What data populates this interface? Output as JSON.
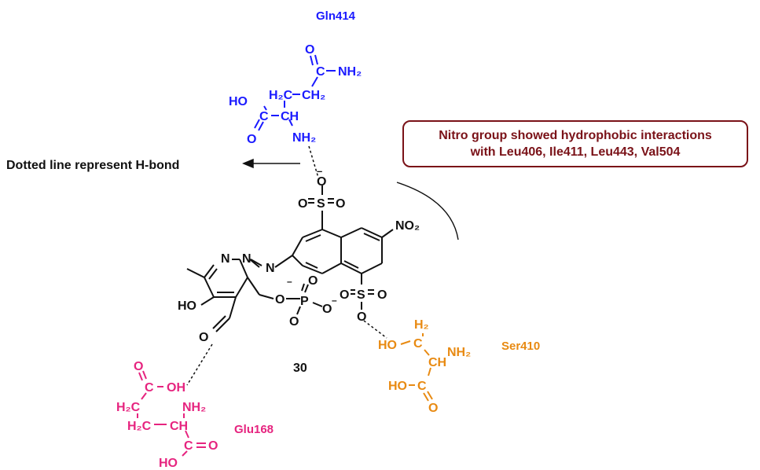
{
  "residues": {
    "gln": {
      "name": "Gln414",
      "color": "#1a1aff"
    },
    "glu": {
      "name": "Glu168",
      "color": "#e6247f"
    },
    "ser": {
      "name": "Ser410",
      "color": "#e88a12"
    }
  },
  "caption": {
    "hbond": "Dotted line represent H-bond"
  },
  "note": {
    "line1": "Nitro group showed hydrophobic interactions",
    "line2": "with Leu406, Ile411, Leu443, Val504",
    "color": "#7a1218"
  },
  "compound": {
    "number": "30"
  },
  "atoms": {
    "O": "O",
    "N": "N",
    "S": "S",
    "P": "P",
    "OH": "OH",
    "HO": "HO",
    "NH2": "NH₂",
    "NO2": "NO₂",
    "H2C": "H₂C",
    "CH2": "CH₂",
    "CH": "CH",
    "H2": "H₂",
    "C": "C",
    "minus": "–"
  }
}
